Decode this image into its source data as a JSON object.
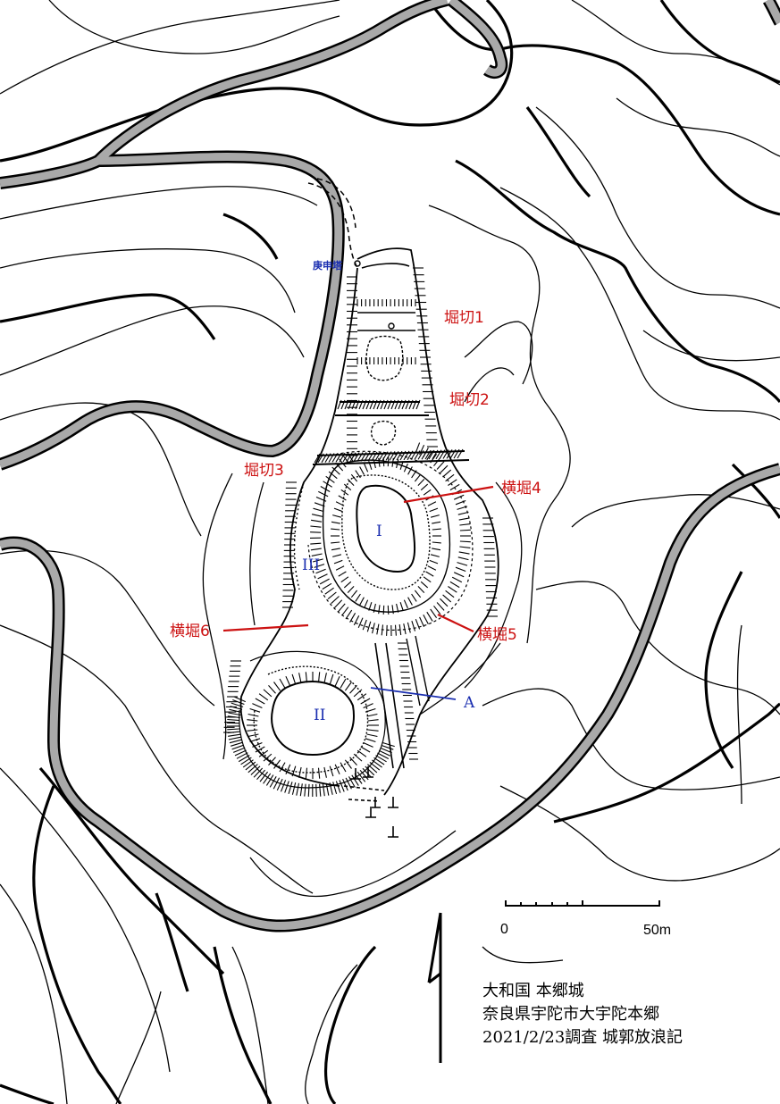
{
  "labels": {
    "koshinto": "庚申塔",
    "horikiri1": "堀切1",
    "horikiri2": "堀切2",
    "horikiri3": "堀切3",
    "yokobori4": "横堀4",
    "yokobori5": "横堀5",
    "yokobori6": "横堀6",
    "kuruwa1": "I",
    "kuruwa2": "II",
    "kuruwa3": "III",
    "point_a": "A"
  },
  "scale": {
    "start": "0",
    "end": "50m"
  },
  "caption": {
    "line1": "大和国 本郷城",
    "line2": "奈良県宇陀市大宇陀本郷",
    "line3": "2021/2/23調査 城郭放浪記"
  },
  "colors": {
    "red": "#cc1111",
    "blue": "#1a2eb0",
    "ink": "#000000",
    "road": "#a9a9a9"
  },
  "icons": {
    "north_arrow": "north-arrow-icon"
  }
}
